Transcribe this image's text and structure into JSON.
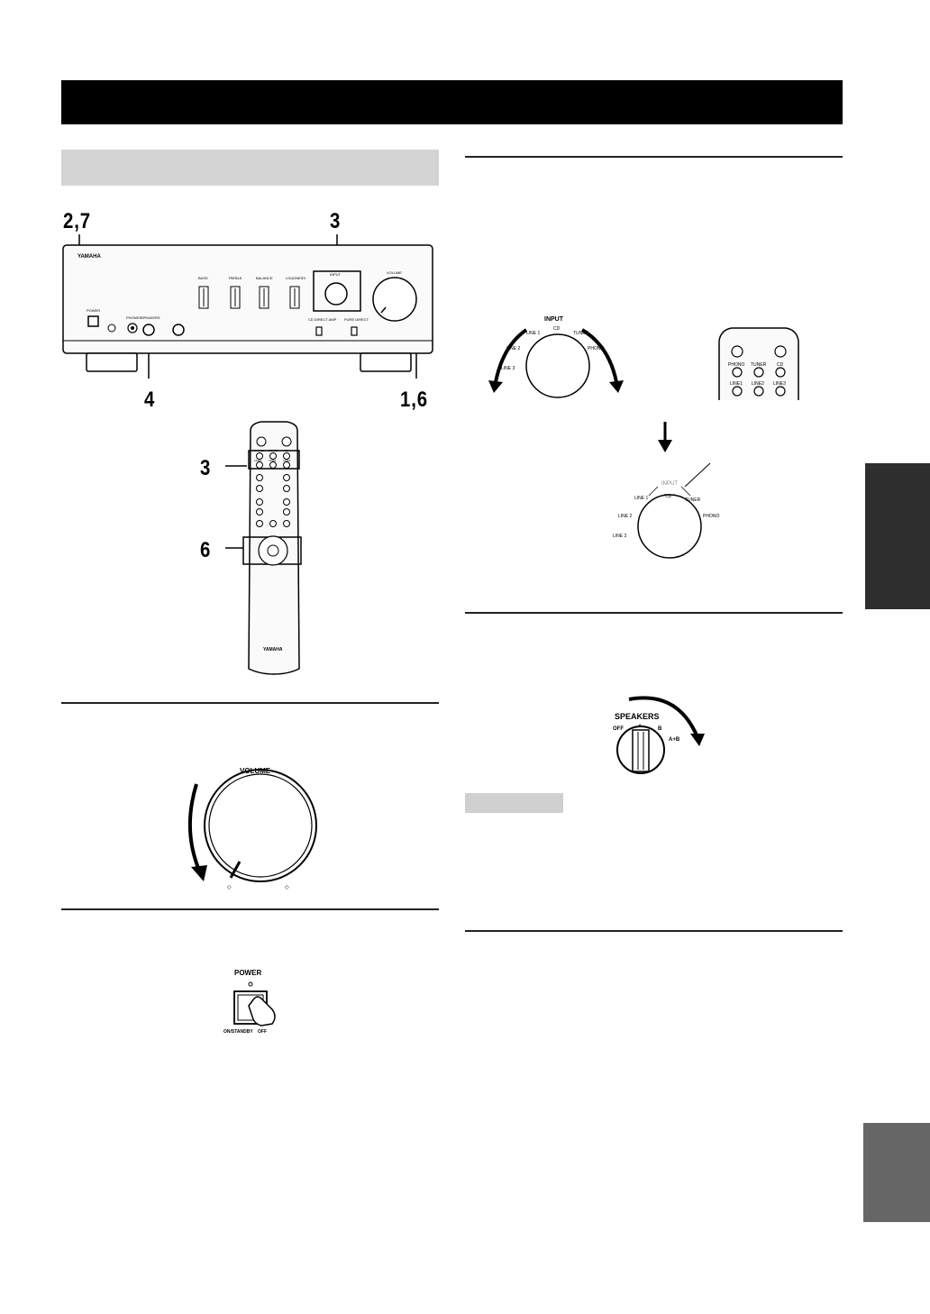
{
  "callouts": {
    "c27": "2,7",
    "c3_top": "3",
    "c4": "4",
    "c16": "1,6",
    "c3_remote": "3",
    "c6_remote": "6"
  },
  "amp": {
    "brand": "YAMAHA",
    "knob_labels": [
      "BASS",
      "TREBLE",
      "BALANCE",
      "LOUDNESS"
    ],
    "input_label": "INPUT",
    "volume_label": "VOLUME",
    "power_label": "POWER",
    "phones_label": "PHONES",
    "speakers_label": "SPEAKERS",
    "pure_direct": "PURE DIRECT",
    "cd_direct_amp": "CD DIRECT AMP"
  },
  "remote": {
    "brand": "YAMAHA",
    "row1": [
      "PHONO",
      "TUNER",
      "CD"
    ],
    "row2": [
      "LINE1",
      "LINE2",
      "LINE3"
    ]
  },
  "input_knob": {
    "title": "INPUT",
    "positions": [
      "LINE 1",
      "CD",
      "TUNER",
      "LINE 2",
      "PHONO",
      "LINE 3"
    ]
  },
  "remote_detail": {
    "row1": [
      "PHONO",
      "TUNER",
      "CD"
    ],
    "row2": [
      "LINE1",
      "LINE2",
      "LINE3"
    ]
  },
  "input_knob_result": {
    "positions": [
      "LINE 1",
      "CD",
      "TUNER",
      "LINE 2",
      "PHONO",
      "LINE 3"
    ],
    "flash": "INPUT"
  },
  "volume_knob": {
    "title": "VOLUME"
  },
  "power_switch": {
    "title": "POWER",
    "on_label": "ON/STANDBY",
    "off_label": "OFF"
  },
  "speakers_knob": {
    "title": "SPEAKERS",
    "positions": [
      "OFF",
      "A",
      "B",
      "A+B"
    ]
  },
  "colors": {
    "black_bar": "#000000",
    "gray_bar": "#d4d4d4",
    "tab_dark": "#2e2e2e",
    "tab_gray": "#666666"
  }
}
